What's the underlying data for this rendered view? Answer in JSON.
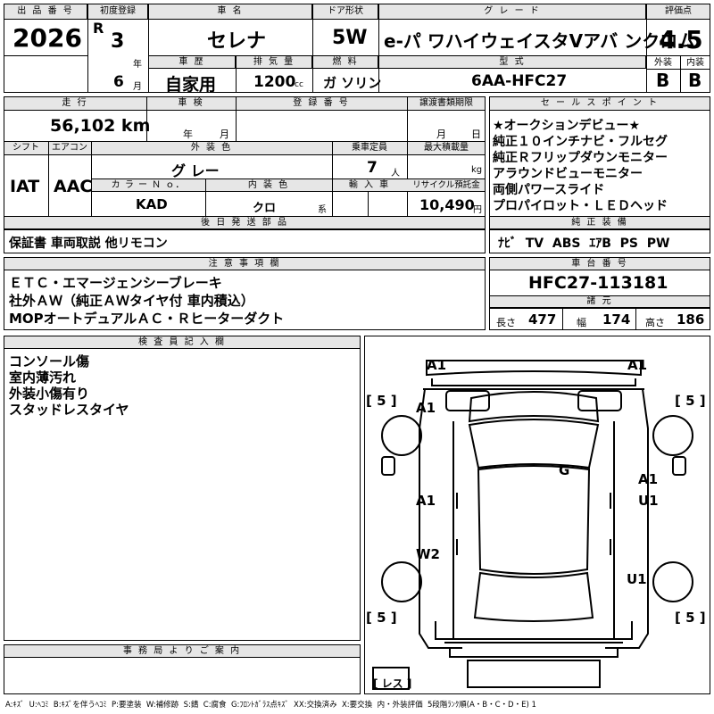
{
  "header": {
    "lot_label": "出 品 番 号",
    "lot_value": "2026",
    "first_reg_label": "初度登録",
    "era": "R",
    "year": "3",
    "year_unit": "年",
    "month": "6",
    "month_unit": "月",
    "car_name_label": "車 名",
    "car_name": "セレナ",
    "door_label": "ドア形状",
    "door": "5W",
    "grade_label": "グ レ ー ド",
    "grade": "e-パ ワハイウェイスタVアバ ンクロム",
    "eval_label": "評価点",
    "eval_score": "4.5",
    "exterior_label": "外装",
    "exterior": "B",
    "interior_label": "内装",
    "interior": "B",
    "history_label": "車 歴",
    "history": "自家用",
    "displacement_label": "排 気 量",
    "displacement": "1200",
    "displacement_unit": "cc",
    "fuel_label": "燃 料",
    "fuel": "ガ ソリン",
    "model_label": "型 式",
    "model": "6AA-HFC27"
  },
  "info": {
    "mileage_label": "走 行",
    "mileage": "56,102 km",
    "inspection_label": "車 検",
    "inspection_year": "年",
    "inspection_month": "月",
    "reg_no_label": "登 録 番 号",
    "transfer_label": "譲渡書類期限",
    "transfer_month": "月",
    "transfer_day": "日",
    "shift_label": "シフト",
    "shift": "IAT",
    "ac_label": "エアコン",
    "ac": "AAC",
    "color_label": "外 装 色",
    "color": "グ レー",
    "capacity_label": "乗車定員",
    "capacity": "7",
    "capacity_unit": "人",
    "load_label": "最大積載量",
    "load_unit": "kg",
    "color_no_label": "カ ラ ー Ｎ ｏ．",
    "color_no": "KAD",
    "interior_color_label": "内 装 色",
    "interior_color": "クロ",
    "interior_color_unit": "系",
    "import_label": "輸 入 車",
    "recycle_label": "リサイクル預託金",
    "recycle": "10,490",
    "recycle_unit": "円",
    "documents_label": "後 日 発 送 部 品",
    "documents": "保証書 車両取説 他リモコン"
  },
  "sales_points": {
    "label": "セ ー ル ス ポ イ ン ト",
    "items": [
      "★オークションデビュー★",
      "純正１０インチナビ・フルセグ",
      "純正Ｒフリップダウンモニター",
      "アラウンドビューモニター",
      "両側パワースライド",
      "プロパイロット・ＬＥＤヘッド"
    ],
    "equipment_label": "純 正 装 備",
    "equipment": "ﾅﾋﾞ  TV  ABS  ｴｱB  PS  PW"
  },
  "notes": {
    "label": "注 意 事 項 欄",
    "lines": [
      "ＥＴＣ・エマージェンシーブレーキ",
      "社外ＡＷ（純正ＡＷタイヤ付 車内積込）",
      "MOPオートデュアルＡＣ・Ｒヒーターダクト"
    ]
  },
  "chassis": {
    "label": "車 台 番 号",
    "value": "HFC27-113181",
    "spec_label": "諸 元",
    "length_label": "長さ",
    "length": "477",
    "width_label": "幅",
    "width": "174",
    "height_label": "高さ",
    "height": "186"
  },
  "inspector": {
    "label": "検 査 員 記 入 欄",
    "lines": [
      "コンソール傷",
      "室内薄汚れ",
      "外装小傷有り",
      "スタッドレスタイヤ"
    ]
  },
  "office": {
    "label": "事 務 局 よ り ご 案 内"
  },
  "damage_map": {
    "marks": [
      "A1",
      "A1",
      "A1",
      "G",
      "A1",
      "A1",
      "U1",
      "W2",
      "U1"
    ],
    "tire_values": [
      "[ 5 ]",
      "[ 5 ]",
      "[ 5 ]",
      "[ 5 ]"
    ],
    "spare": "[ レス ]"
  },
  "legend": "A:ｷｽﾞ  U:ﾍｺﾐ  B:ｷｽﾞを伴うﾍｺﾐ  P:要塗装  W:補修跡  S:錆  C:腐食  G:ﾌﾛﾝﾄｶﾞﾗｽ点ｷｽﾞ  XX:交換済み  X:要交換  内・外装評価  5段階ﾗﾝｸ順(A・B・C・D・E) 1"
}
